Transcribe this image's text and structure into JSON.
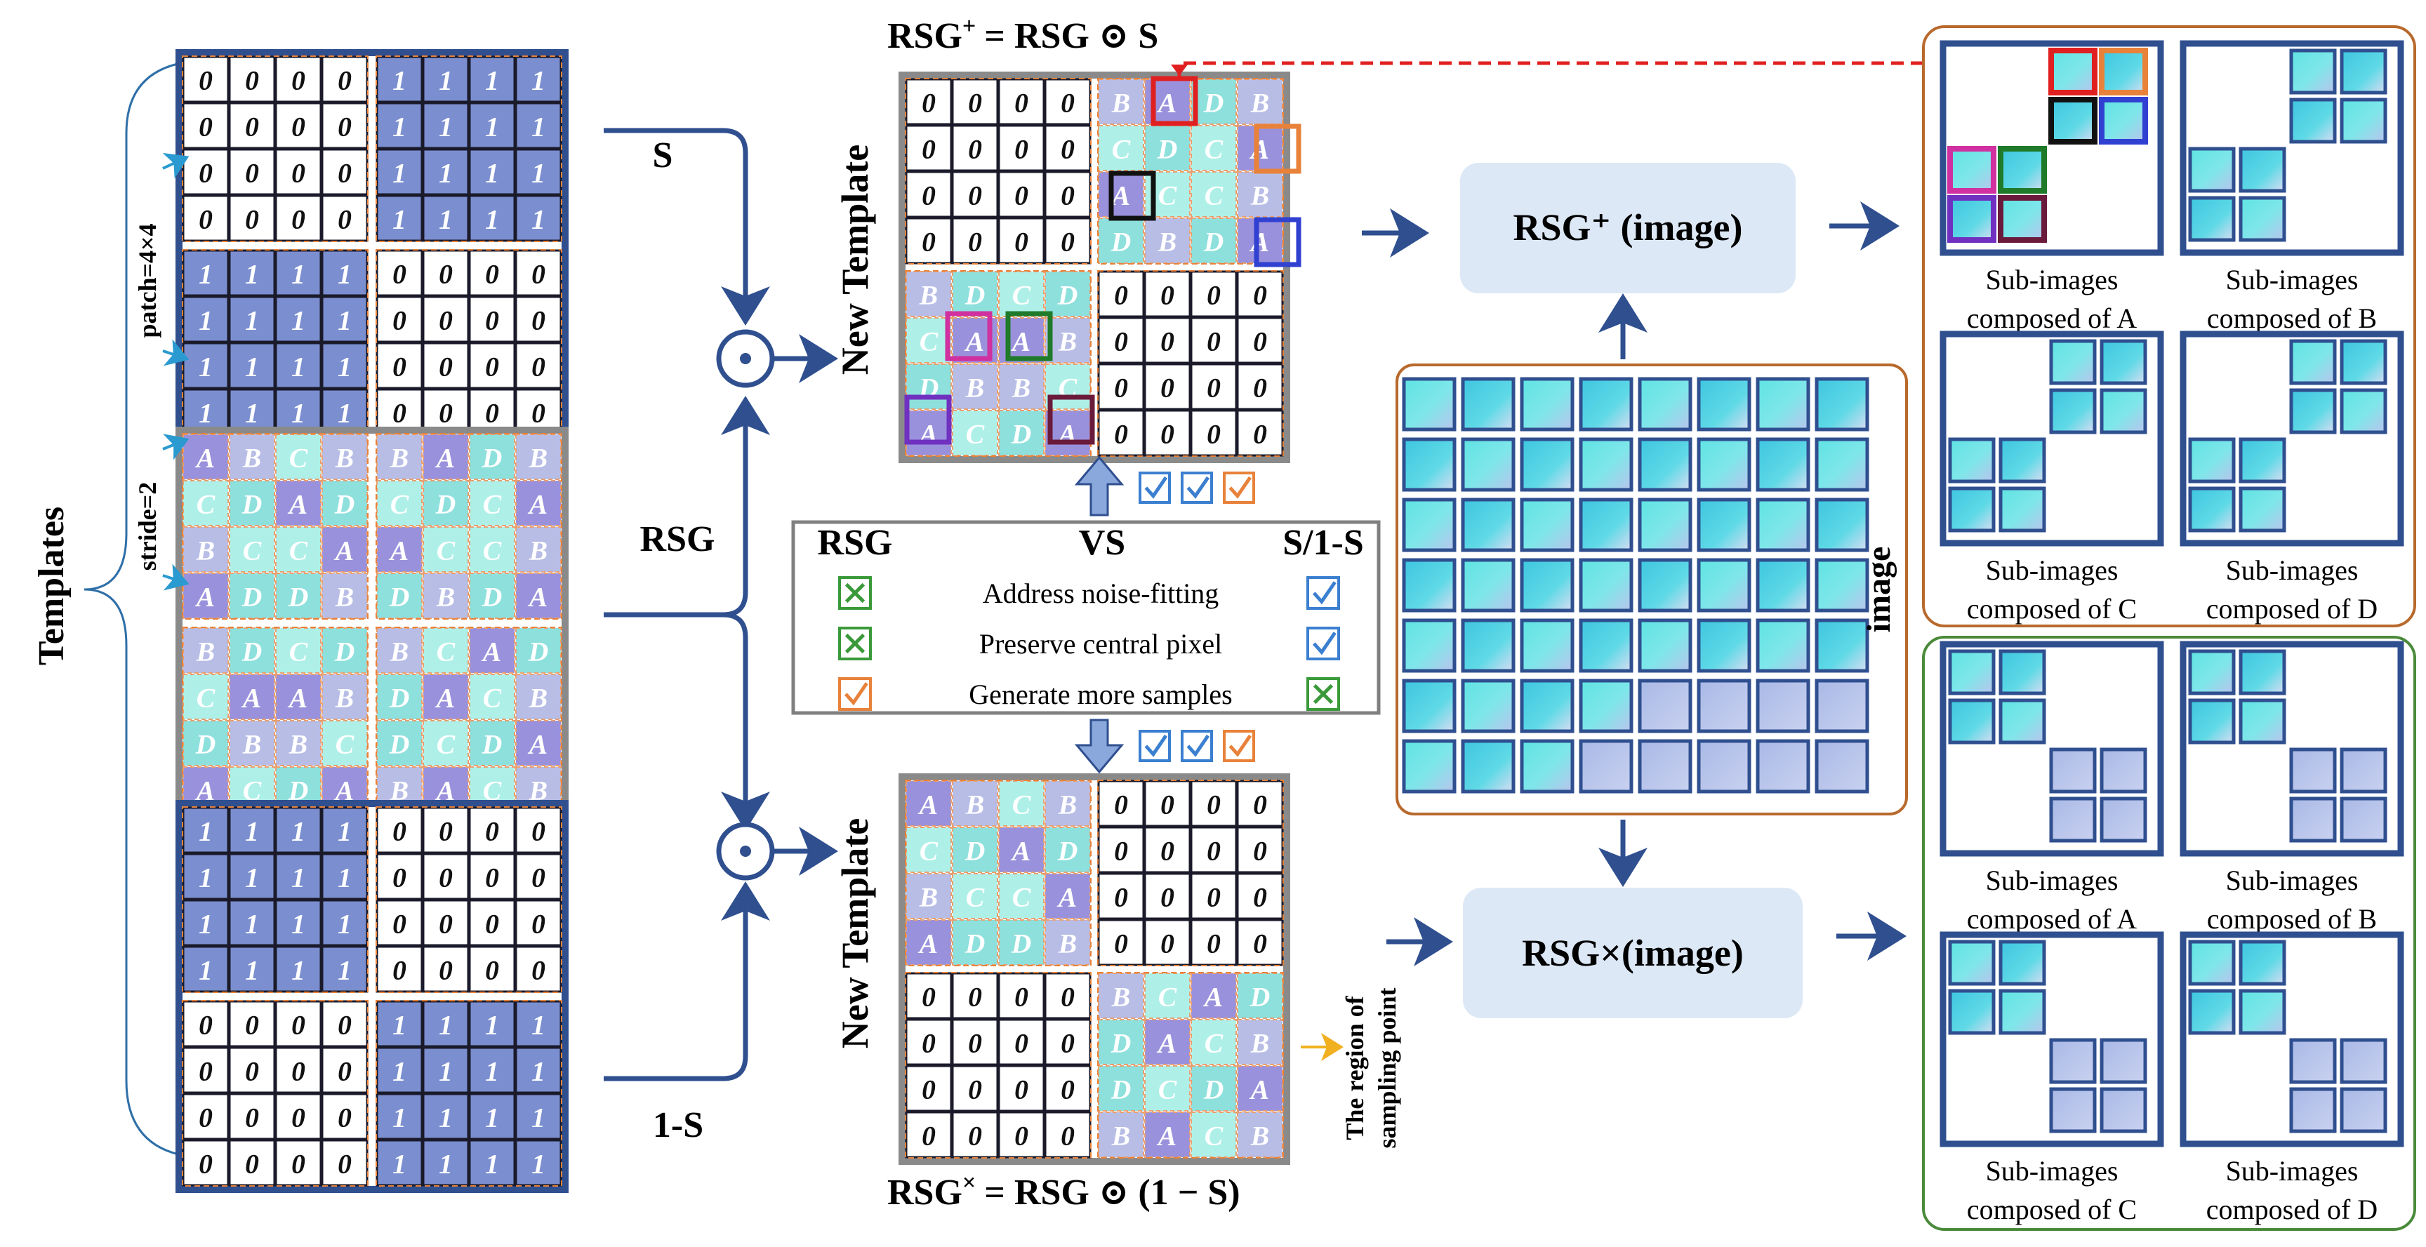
{
  "templates": {
    "title": "Templates",
    "patch_label": "patch=4×4",
    "stride_label": "stride=2",
    "s_label": "S",
    "rsg_label": "RSG",
    "one_minus_s_label": "1-S",
    "s_grid": [
      [
        "0",
        "0",
        "0",
        "0",
        "1",
        "1",
        "1",
        "1"
      ],
      [
        "0",
        "0",
        "0",
        "0",
        "1",
        "1",
        "1",
        "1"
      ],
      [
        "0",
        "0",
        "0",
        "0",
        "1",
        "1",
        "1",
        "1"
      ],
      [
        "0",
        "0",
        "0",
        "0",
        "1",
        "1",
        "1",
        "1"
      ],
      [
        "1",
        "1",
        "1",
        "1",
        "0",
        "0",
        "0",
        "0"
      ],
      [
        "1",
        "1",
        "1",
        "1",
        "0",
        "0",
        "0",
        "0"
      ],
      [
        "1",
        "1",
        "1",
        "1",
        "0",
        "0",
        "0",
        "0"
      ],
      [
        "1",
        "1",
        "1",
        "1",
        "0",
        "0",
        "0",
        "0"
      ]
    ],
    "rsg_grid": [
      [
        "A",
        "B",
        "C",
        "B",
        "B",
        "A",
        "D",
        "B"
      ],
      [
        "C",
        "D",
        "A",
        "D",
        "C",
        "D",
        "C",
        "A"
      ],
      [
        "B",
        "C",
        "C",
        "A",
        "A",
        "C",
        "C",
        "B"
      ],
      [
        "A",
        "D",
        "D",
        "B",
        "D",
        "B",
        "D",
        "A"
      ],
      [
        "B",
        "D",
        "C",
        "D",
        "B",
        "C",
        "A",
        "D"
      ],
      [
        "C",
        "A",
        "A",
        "B",
        "D",
        "A",
        "C",
        "B"
      ],
      [
        "D",
        "B",
        "B",
        "C",
        "D",
        "C",
        "D",
        "A"
      ],
      [
        "A",
        "C",
        "D",
        "A",
        "B",
        "A",
        "C",
        "B"
      ]
    ],
    "one_minus_s_grid": [
      [
        "1",
        "1",
        "1",
        "1",
        "0",
        "0",
        "0",
        "0"
      ],
      [
        "1",
        "1",
        "1",
        "1",
        "0",
        "0",
        "0",
        "0"
      ],
      [
        "1",
        "1",
        "1",
        "1",
        "0",
        "0",
        "0",
        "0"
      ],
      [
        "1",
        "1",
        "1",
        "1",
        "0",
        "0",
        "0",
        "0"
      ],
      [
        "0",
        "0",
        "0",
        "0",
        "1",
        "1",
        "1",
        "1"
      ],
      [
        "0",
        "0",
        "0",
        "0",
        "1",
        "1",
        "1",
        "1"
      ],
      [
        "0",
        "0",
        "0",
        "0",
        "1",
        "1",
        "1",
        "1"
      ],
      [
        "0",
        "0",
        "0",
        "0",
        "1",
        "1",
        "1",
        "1"
      ]
    ]
  },
  "new_template_top": {
    "side_label": "New Template",
    "formula_lhs": "RSG",
    "formula_sup": "+",
    "formula_rhs": "= RSG ⊙ S",
    "grid": [
      [
        "0",
        "0",
        "0",
        "0",
        "B",
        "A",
        "D",
        "B"
      ],
      [
        "0",
        "0",
        "0",
        "0",
        "C",
        "D",
        "C",
        "A"
      ],
      [
        "0",
        "0",
        "0",
        "0",
        "A",
        "C",
        "C",
        "B"
      ],
      [
        "0",
        "0",
        "0",
        "0",
        "D",
        "B",
        "D",
        "A"
      ],
      [
        "B",
        "D",
        "C",
        "D",
        "0",
        "0",
        "0",
        "0"
      ],
      [
        "C",
        "A",
        "A",
        "B",
        "0",
        "0",
        "0",
        "0"
      ],
      [
        "D",
        "B",
        "B",
        "C",
        "0",
        "0",
        "0",
        "0"
      ],
      [
        "A",
        "C",
        "D",
        "A",
        "0",
        "0",
        "0",
        "0"
      ]
    ]
  },
  "new_template_bottom": {
    "side_label": "New Template",
    "formula_lhs": "RSG",
    "formula_sup": "×",
    "formula_rhs": "= RSG ⊙ (1 − S)",
    "grid": [
      [
        "A",
        "B",
        "C",
        "B",
        "0",
        "0",
        "0",
        "0"
      ],
      [
        "C",
        "D",
        "A",
        "D",
        "0",
        "0",
        "0",
        "0"
      ],
      [
        "B",
        "C",
        "C",
        "A",
        "0",
        "0",
        "0",
        "0"
      ],
      [
        "A",
        "D",
        "D",
        "B",
        "0",
        "0",
        "0",
        "0"
      ],
      [
        "0",
        "0",
        "0",
        "0",
        "B",
        "C",
        "A",
        "D"
      ],
      [
        "0",
        "0",
        "0",
        "0",
        "D",
        "A",
        "C",
        "B"
      ],
      [
        "0",
        "0",
        "0",
        "0",
        "D",
        "C",
        "D",
        "A"
      ],
      [
        "0",
        "0",
        "0",
        "0",
        "B",
        "A",
        "C",
        "B"
      ]
    ],
    "region_label_1": "The region of",
    "region_label_2": "sampling point"
  },
  "comparison": {
    "col_left": "RSG",
    "col_mid": "VS",
    "col_right": "S/1-S",
    "rows": [
      {
        "text": "Address noise-fitting",
        "left": "cross",
        "right": "check"
      },
      {
        "text": "Preserve central pixel",
        "left": "cross",
        "right": "check"
      },
      {
        "text": "Generate more samples",
        "left": "check",
        "right": "cross"
      }
    ]
  },
  "image_panel": {
    "label": "image"
  },
  "rsg_plus_box": "RSG⁺ (image)",
  "rsg_times_box": "RSG×(image)",
  "sub_images_top": [
    {
      "line1": "Sub-images",
      "line2": "composed of A"
    },
    {
      "line1": "Sub-images",
      "line2": "composed of B"
    },
    {
      "line1": "Sub-images",
      "line2": "composed of C"
    },
    {
      "line1": "Sub-images",
      "line2": "composed of D"
    }
  ],
  "sub_images_bottom": [
    {
      "line1": "Sub-images",
      "line2": "composed of A"
    },
    {
      "line1": "Sub-images",
      "line2": "composed of B"
    },
    {
      "line1": "Sub-images",
      "line2": "composed of C"
    },
    {
      "line1": "Sub-images",
      "line2": "composed of D"
    }
  ],
  "colors": {
    "frame_blue": "#2f4f8f",
    "one_cell": "#7b8fd0",
    "a_cell": "#9a91dc",
    "b_cell": "#b8bde6",
    "c_cell": "#aef0e8",
    "d_cell": "#8ee0dc",
    "gray_frame": "#8a8a8a",
    "orange": "#e8823a",
    "green": "#3a9a3a",
    "check_blue": "#3b7fd0",
    "red_arrow": "#e02020",
    "yellow_arrow": "#f0b020",
    "light_box": "#dde8f6",
    "orange_panel": "#b8692c",
    "green_panel": "#4a8a3a"
  }
}
